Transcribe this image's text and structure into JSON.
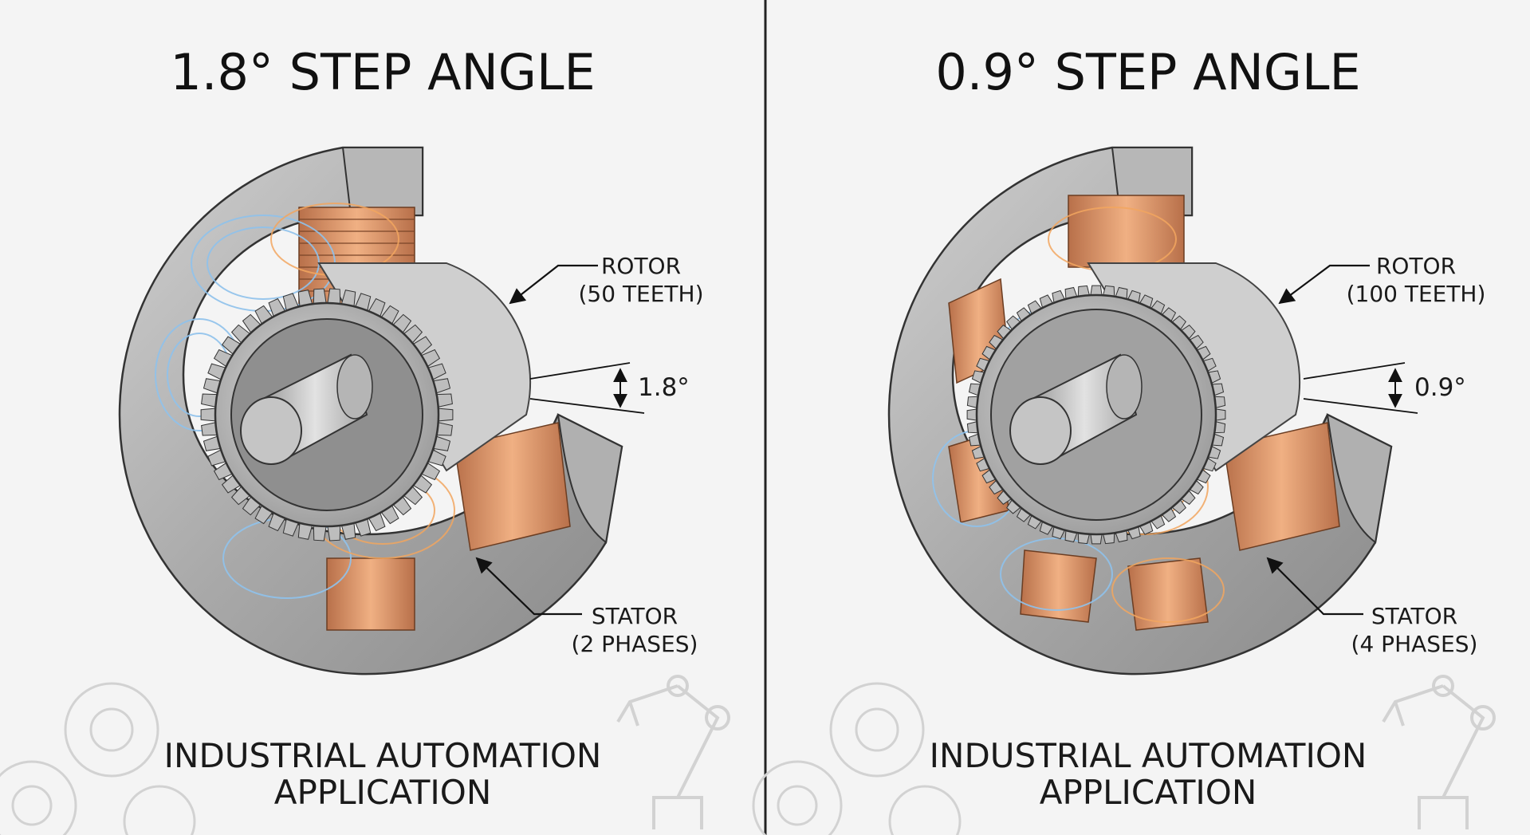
{
  "panels": [
    {
      "title": "1.8° STEP ANGLE",
      "rotor_label_line1": "ROTOR",
      "rotor_label_line2": "(50 TEETH)",
      "stator_label_line1": "STATOR",
      "stator_label_line2": "(2 PHASES)",
      "angle_label": "1.8°",
      "footer_line1": "INDUSTRIAL AUTOMATION",
      "footer_line2": "APPLICATION",
      "rotor_teeth": 50,
      "stator_phases": 2
    },
    {
      "title": "0.9° STEP ANGLE",
      "rotor_label_line1": "ROTOR",
      "rotor_label_line2": "(100 TEETH)",
      "stator_label_line1": "STATOR",
      "stator_label_line2": "(4 PHASES)",
      "angle_label": "0.9°",
      "footer_line1": "INDUSTRIAL AUTOMATION",
      "footer_line2": "APPLICATION",
      "rotor_teeth": 100,
      "stator_phases": 4
    }
  ],
  "colors": {
    "background": "#f4f4f4",
    "housing": "#a8a8a8",
    "housing_dark": "#8e8e8e",
    "housing_light": "#c9c9c9",
    "coil": "#d9925f",
    "flux_blue": "#8fc2ec",
    "flux_orange": "#f2a65f",
    "divider": "#222222"
  },
  "icons": [
    "gear-icon",
    "robot-arm-icon"
  ]
}
